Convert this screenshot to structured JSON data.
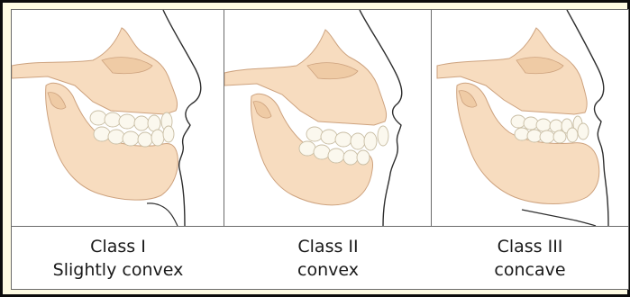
{
  "panels": [
    {
      "class_name": "Class I",
      "profile": "Slightly convex"
    },
    {
      "class_name": "Class II",
      "profile": "convex"
    },
    {
      "class_name": "Class III",
      "profile": "concave"
    }
  ],
  "colors": {
    "frame_border": "#0c0c0c",
    "frame_background": "#fefbe3",
    "bone": "#f7dcbf",
    "bone_shade": "#efcba5",
    "bone_outline": "#cda27e",
    "tooth": "#fbf8ee",
    "tooth_outline": "#c8bda3",
    "face_line": "#2e2e2e"
  }
}
